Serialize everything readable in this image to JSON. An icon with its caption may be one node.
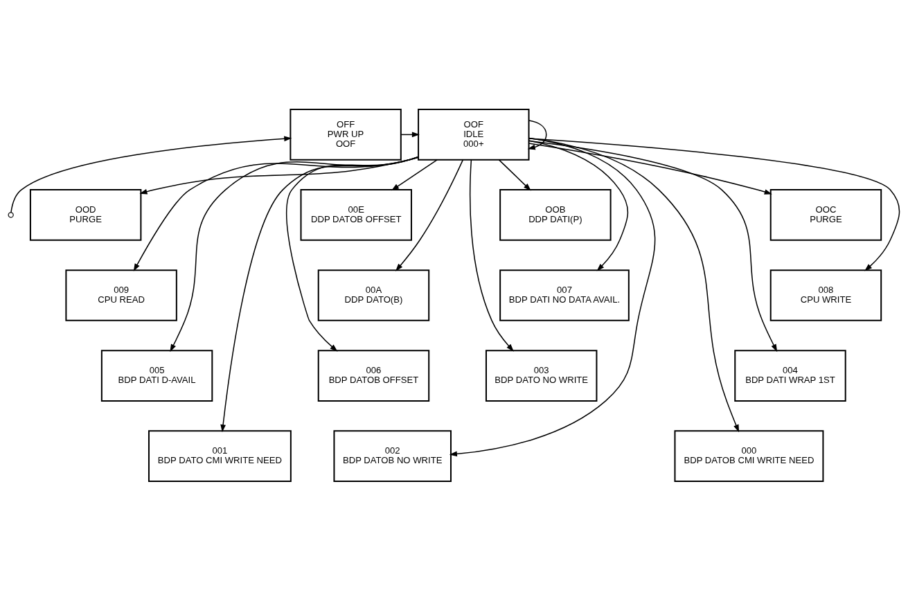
{
  "diagram": {
    "nodes": [
      {
        "text": [
          "OFF",
          "PWR UP",
          "OOF"
        ]
      },
      {
        "text": [
          "OOF",
          "IDLE",
          "000+"
        ]
      },
      {
        "text": [
          "00E",
          "DDP DATOB OFFSET"
        ]
      },
      {
        "text": [
          "OOD",
          "PURGE"
        ]
      },
      {
        "text": [
          "OOC",
          "PURGE"
        ]
      },
      {
        "text": [
          "OOB",
          "DDP DATI(P)"
        ]
      },
      {
        "text": [
          "00A",
          "DDP DATO(B)"
        ]
      },
      {
        "text": [
          "009",
          "CPU READ"
        ]
      },
      {
        "text": [
          "008",
          "CPU WRITE"
        ]
      },
      {
        "text": [
          "007",
          "BDP DATI NO DATA AVAIL."
        ]
      },
      {
        "text": [
          "006",
          "BDP DATOB OFFSET"
        ]
      },
      {
        "text": [
          "005",
          "BDP DATI D-AVAIL"
        ]
      },
      {
        "text": [
          "004",
          "BDP DATI WRAP 1ST"
        ]
      },
      {
        "text": [
          "003",
          "BDP DATO NO WRITE"
        ]
      },
      {
        "text": [
          "002",
          "BDP DATOB NO WRITE"
        ]
      },
      {
        "text": [
          "001",
          "BDP DATO CMI WRITE NEED"
        ]
      },
      {
        "text": [
          "000",
          "BDP DATOB CMI WRITE NEED"
        ]
      },
      {
        "text": [],
        "shape": "circle"
      }
    ],
    "edges": [
      {
        "from": 17,
        "to": 0,
        "arrow": "to"
      },
      {
        "from": 0,
        "to": 1,
        "arrow": "to"
      },
      {
        "from": 1,
        "to": 2,
        "arrow": "to"
      },
      {
        "from": 1,
        "to": 3,
        "arrow": "to"
      },
      {
        "from": 1,
        "to": 4,
        "arrow": "to"
      },
      {
        "from": 1,
        "to": 5,
        "arrow": "to"
      },
      {
        "from": 1,
        "to": 6,
        "arrow": "to"
      },
      {
        "from": 1,
        "to": 7,
        "arrow": "to"
      },
      {
        "from": 1,
        "to": 8,
        "arrow": "to"
      },
      {
        "from": 1,
        "to": 9,
        "arrow": "to"
      },
      {
        "from": 1,
        "to": 10,
        "arrow": "to"
      },
      {
        "from": 1,
        "to": 11,
        "arrow": "to"
      },
      {
        "from": 1,
        "to": 12,
        "arrow": "to"
      },
      {
        "from": 1,
        "to": 13,
        "arrow": "to"
      },
      {
        "from": 1,
        "to": 14,
        "arrow": "to"
      },
      {
        "from": 1,
        "to": 15,
        "arrow": "to"
      },
      {
        "from": 1,
        "to": 16,
        "arrow": "to"
      },
      {
        "from": 1,
        "to": 1,
        "arrow": "to"
      }
    ]
  }
}
